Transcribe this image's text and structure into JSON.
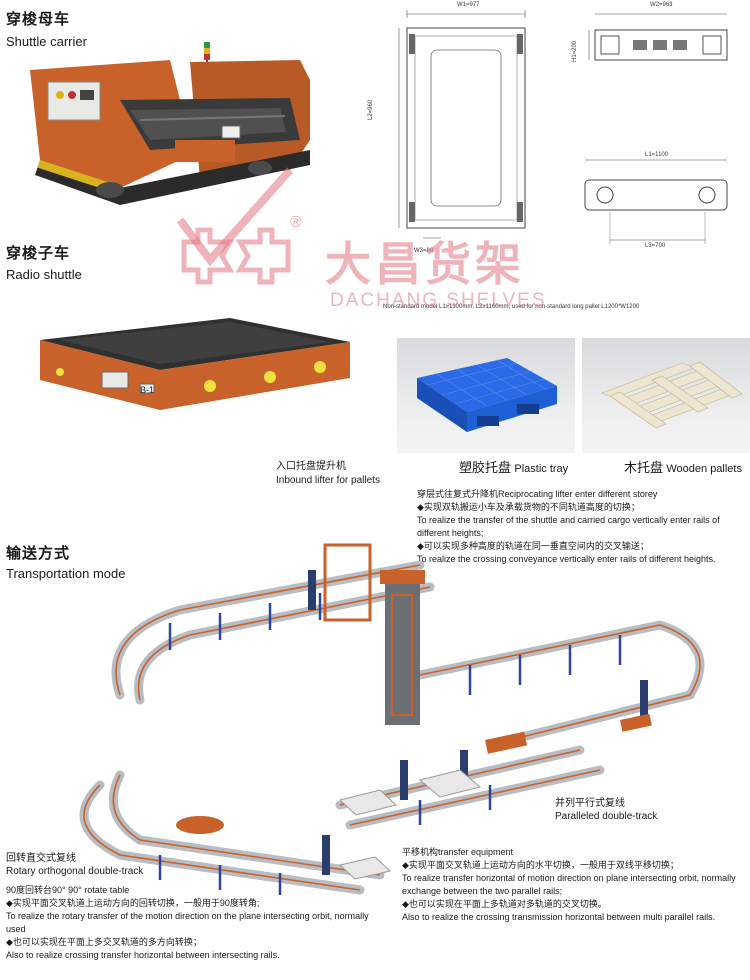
{
  "shuttle_carrier": {
    "title_zh": "穿梭母车",
    "title_en": "Shuttle carrier"
  },
  "radio_shuttle": {
    "title_zh": "穿梭子车",
    "title_en": "Radio shuttle",
    "plate_label": "B-1"
  },
  "drawings": {
    "w1": "W1=977",
    "w2": "W2=963",
    "l2": "L2=960",
    "h1": "H1=200",
    "w3": "W3=80",
    "l1": "L1=1100",
    "l3": "L3=700",
    "note": "Non-standard model L1≥1300mm, L2≥1160mm, used for non-standard long pallet L1200*W1200"
  },
  "pallets": {
    "plastic_zh": "塑胶托盘",
    "plastic_en": "Plastic tray",
    "wood_zh": "木托盘",
    "wood_en": "Wooden pallets"
  },
  "watermark": {
    "cn": "大昌货架",
    "en": "DACHANG SHELVES",
    "registered": "®"
  },
  "transport": {
    "title_zh": "输送方式",
    "title_en": "Transportation mode"
  },
  "inbound": {
    "zh": "入口托盘提升机",
    "en": "Inbound lifter for pallets"
  },
  "reciprocating": {
    "head": "穿层式往复式升降机Reciprocating lifter enter different storey",
    "b1_zh": "◆实现双轨搬运小车及承载货物的不同轨道高度的切换；",
    "b1_en": "To realize the transfer of the shuttle and carried cargo vertically enter rails of different heights;",
    "b2_zh": "◆可以实现多种高度的轨道在同一垂直空间内的交叉输送；",
    "b2_en": "To realize the crossing conveyance vertically enter rails of different heights."
  },
  "paralleled": {
    "zh": "并列平行式复线",
    "en": "Paralleled double-track"
  },
  "rotary": {
    "zh": "回转直交式复线",
    "en": "Rotary orthogonal double-track",
    "sub": "90度回转台90° 90° rotate table",
    "b1_zh": "◆实现平面交叉轨道上运动方向的回转切换，一般用于90度转角;",
    "b1_en": "To realize the rotary transfer of the motion direction on the plane intersecting orbit, normally used",
    "b2_zh": "◆也可以实现在平面上多交叉轨道的多方向转换；",
    "b2_en": "Also to realize crossing transfer horizontal between intersecting rails."
  },
  "translation": {
    "head": "平移机构transfer equipment",
    "b1_zh": "◆实现平面交叉轨道上运动方向的水平切换，一般用于双线平移切换；",
    "b1_en": "To realize transfer horizontal of motion direction on plane intersecting orbit, normally exchange between the two parallel rails;",
    "b2_zh": "◆也可以实现在平面上多轨道对多轨道的交叉切换。",
    "b2_en": "Also to realize the crossing transmission horizontal between multi parallel rails."
  },
  "colors": {
    "orange": "#c9622a",
    "blue_pallet": "#1f5fd6",
    "watermark": "#e27682",
    "rail_frame": "#2c46a0"
  }
}
